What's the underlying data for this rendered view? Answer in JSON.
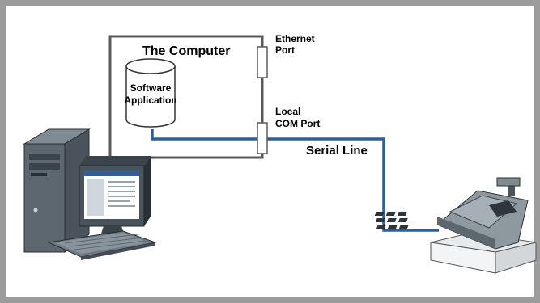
{
  "diagram": {
    "computer_title": "The Computer",
    "ethernet_port": [
      "Ethernet",
      "Port"
    ],
    "com_port": [
      "Local",
      "COM Port"
    ],
    "software": [
      "Software",
      "Application"
    ],
    "serial_line": "Serial Line"
  },
  "colors": {
    "frame": "#9c9c9c",
    "box": "#5a5a5a",
    "serial_line": "#2e5f97"
  },
  "icons": [
    "desktop-computer-icon",
    "cash-register-icon",
    "database-cylinder-icon"
  ]
}
